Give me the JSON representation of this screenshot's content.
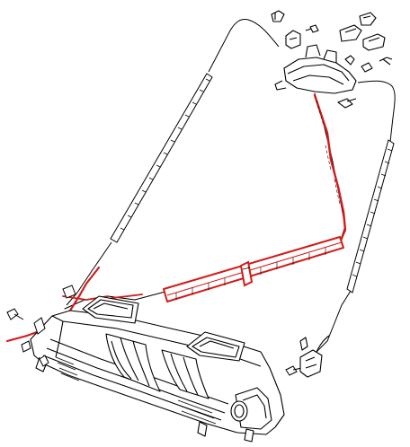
{
  "diagram": {
    "kind": "exploded parts illustration",
    "line_color": "#000000",
    "highlight_color": "#d21a1a",
    "background": "#ffffff",
    "parts": [
      {
        "name": "control-head-assembly"
      },
      {
        "name": "upper-left-control-cable",
        "highlighted": false
      },
      {
        "name": "upper-left-cable-sleeve",
        "highlighted": false
      },
      {
        "name": "right-control-cable",
        "highlighted": false
      },
      {
        "name": "right-cable-sleeve",
        "highlighted": false
      },
      {
        "name": "center-control-cable",
        "highlighted": true
      },
      {
        "name": "center-cable-sleeve",
        "highlighted": true
      },
      {
        "name": "cable-end-connector",
        "highlighted": true
      },
      {
        "name": "heater-air-distribution-duct"
      },
      {
        "name": "duct-outlet-left"
      },
      {
        "name": "duct-outlet-right"
      },
      {
        "name": "duct-round-port"
      },
      {
        "name": "mounting-screw"
      },
      {
        "name": "retaining-clip"
      },
      {
        "name": "lower-right-bracket"
      }
    ]
  }
}
